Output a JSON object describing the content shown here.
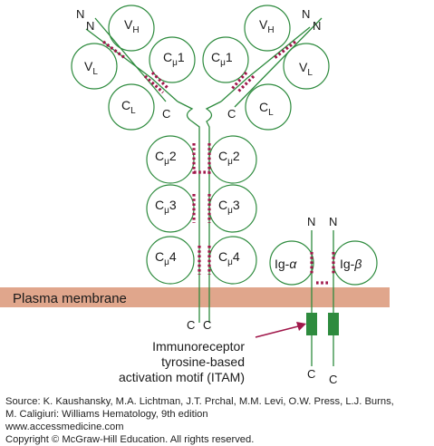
{
  "labels": {
    "vh": "V",
    "vh_sub": "H",
    "vl": "V",
    "vl_sub": "L",
    "cl": "C",
    "cl_sub": "L",
    "cmu": "C",
    "cmu_sub": "μ",
    "cmu1": "1",
    "cmu2": "2",
    "cmu3": "3",
    "cmu4": "4",
    "ig_alpha_prefix": "Ig-",
    "ig_alpha_greek": "α",
    "ig_beta_prefix": "Ig-",
    "ig_beta_greek": "β",
    "n": "N",
    "c": "C",
    "plasma_membrane": "Plasma membrane",
    "itam_line1": "Immunoreceptor",
    "itam_line2": "tyrosine-based",
    "itam_line3": "activation motif (ITAM)"
  },
  "colors": {
    "chain": "#2e8b3e",
    "disulfide": "#a0174a",
    "membrane": "#e0a68c",
    "itam": "#2e8b3e",
    "arrow": "#a0174a"
  },
  "credits": {
    "line1": "Source: K. Kaushansky, M.A. Lichtman, J.T. Prchal, M.M. Levi, O.W. Press, L.J. Burns,",
    "line2": "M. Caligiuri: Williams Hematology, 9th edition",
    "line3": "www.accessmedicine.com",
    "line4": "Copyright © McGraw-Hill Education.  All rights reserved."
  }
}
